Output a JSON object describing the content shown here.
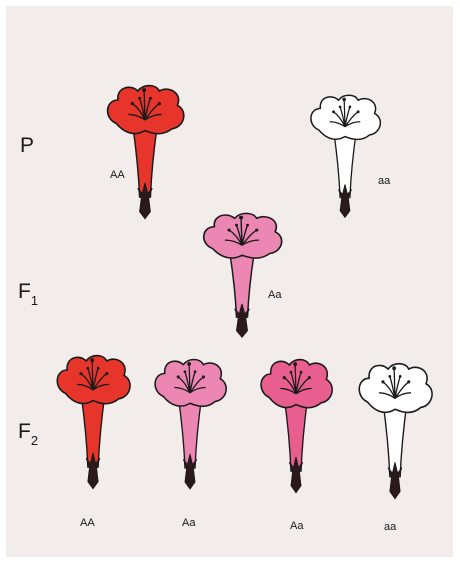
{
  "generations": {
    "p": {
      "label": "P"
    },
    "f1": {
      "label": "F",
      "sub": "1"
    },
    "f2": {
      "label": "F",
      "sub": "2"
    }
  },
  "flowers": [
    {
      "id": "p-red",
      "genotype": "AA",
      "color": "#e8352c"
    },
    {
      "id": "p-white",
      "genotype": "aa",
      "color": "#ffffff"
    },
    {
      "id": "f1-pink",
      "genotype": "Aa",
      "color": "#ec86b2"
    },
    {
      "id": "f2-red",
      "genotype": "AA",
      "color": "#e8352c"
    },
    {
      "id": "f2-pink-1",
      "genotype": "Aa",
      "color": "#ec86b2"
    },
    {
      "id": "f2-pink-2",
      "genotype": "Aa",
      "color": "#e85f8f"
    },
    {
      "id": "f2-white",
      "genotype": "aa",
      "color": "#ffffff"
    }
  ],
  "colors": {
    "background": "#f2ecea",
    "outline": "#1a1a1a",
    "sepal": "#2a1a1a"
  }
}
